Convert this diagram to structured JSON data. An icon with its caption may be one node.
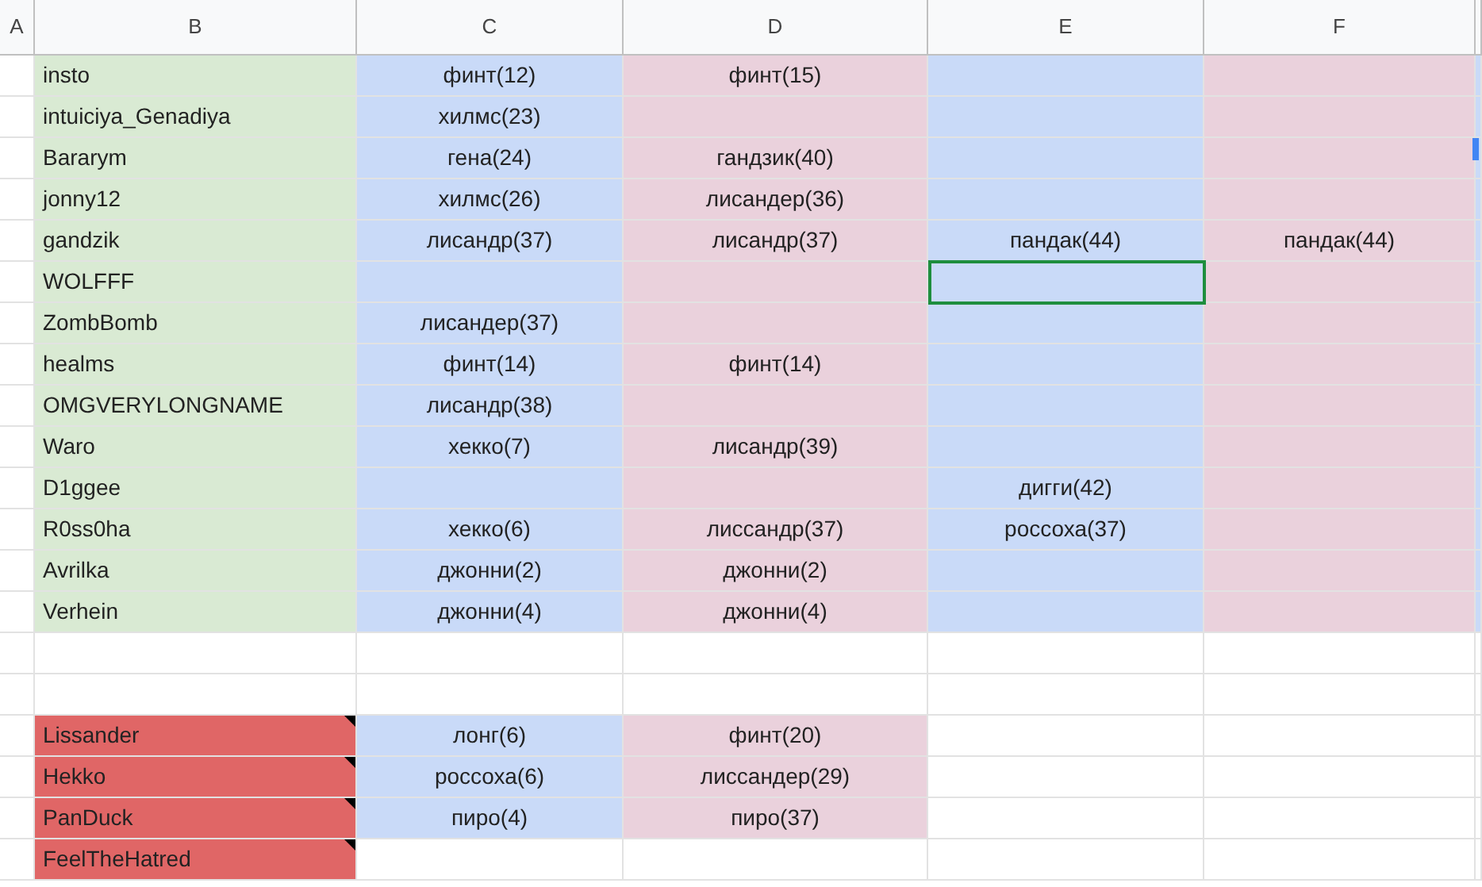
{
  "diagram": {
    "labels": [
      "A",
      "B",
      "C",
      "D",
      "E",
      "F",
      "insto",
      "финт(12)",
      "финт(15)",
      "intuiciya_Genadiya",
      "хилмс(23)",
      "Bararym",
      "гена(24)",
      "гандзик(40)",
      "jonny12",
      "хилмс(26)",
      "лисандер(36)",
      "gandzik",
      "лисандр(37)",
      "лисандр(37)",
      "пандак(44)",
      "пандак(44)",
      "WOLFFF",
      "ZombBomb",
      "лисандер(37)",
      "healms",
      "финт(14)",
      "финт(14)",
      "OMGVERYLONGNAME",
      "лисандр(38)",
      "Waro",
      "хекко(7)",
      "лисандр(39)",
      "D1ggee",
      "дигги(42)",
      "R0ss0ha",
      "хекко(6)",
      "лиссандр(37)",
      "россоха(37)",
      "Avrilka",
      "джонни(2)",
      "джонни(2)",
      "Verhein",
      "джонни(4)",
      "джонни(4)",
      "Lissander",
      "лонг(6)",
      "финт(20)",
      "Hekko",
      "россоха(6)",
      "лиссандер(29)",
      "PanDuck",
      "пиро(4)",
      "пиро(37)",
      "FeelTheHatred"
    ]
  }
}
